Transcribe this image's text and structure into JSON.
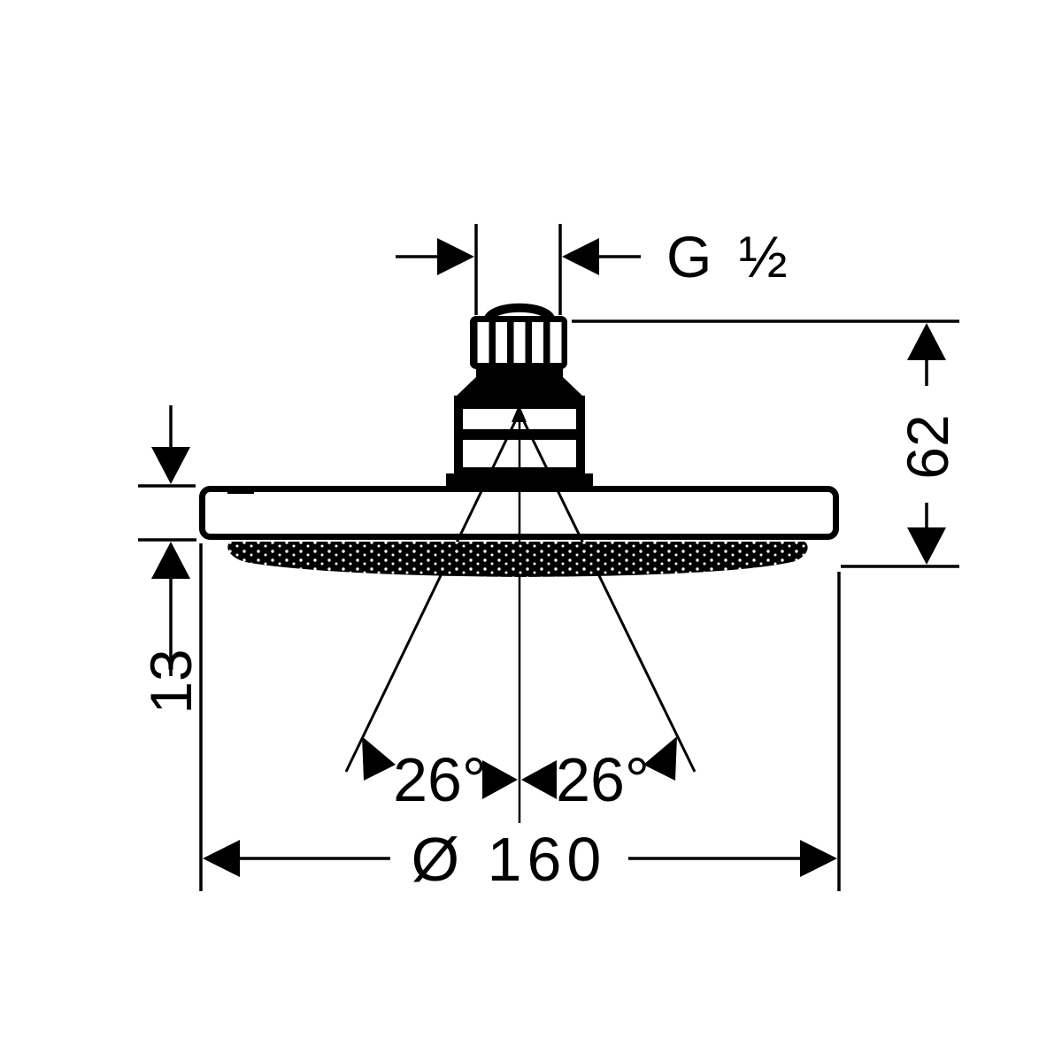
{
  "colors": {
    "ink": "#000000",
    "background": "#ffffff"
  },
  "drawing": {
    "labels": {
      "thread": "G ½",
      "height": "62",
      "plate_thickness": "13",
      "diameter": "Ø 160",
      "spray_angle_left": "26°",
      "spray_angle_right": "26°"
    }
  }
}
